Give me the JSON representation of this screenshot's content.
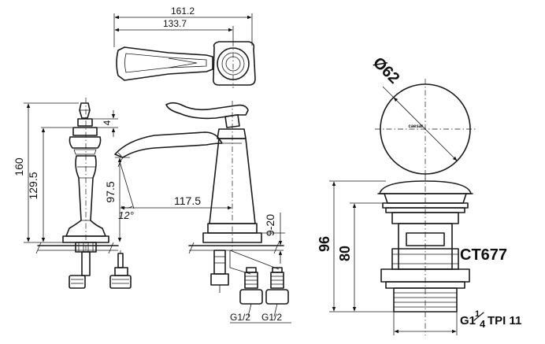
{
  "dimensions": {
    "top_overall": "161.2",
    "top_spout": "133.7",
    "handle_offset": "4",
    "handle_height": "160",
    "body_height": "129.5",
    "spout_height": "97.5",
    "spout_angle": "12°",
    "spout_reach": "117.5",
    "deck_thickness": "9-20",
    "drain_diameter": "Ø62",
    "drain_total": "96",
    "drain_body": "80"
  },
  "labels": {
    "thread_left": "G1/2",
    "thread_right": "G1/2",
    "model": "CT677",
    "drain_thread_prefix": "G1",
    "drain_thread_whole": "1",
    "drain_thread_frac": "4",
    "drain_thread_suffix": "TPI 11",
    "cap_logo": "caesar"
  }
}
